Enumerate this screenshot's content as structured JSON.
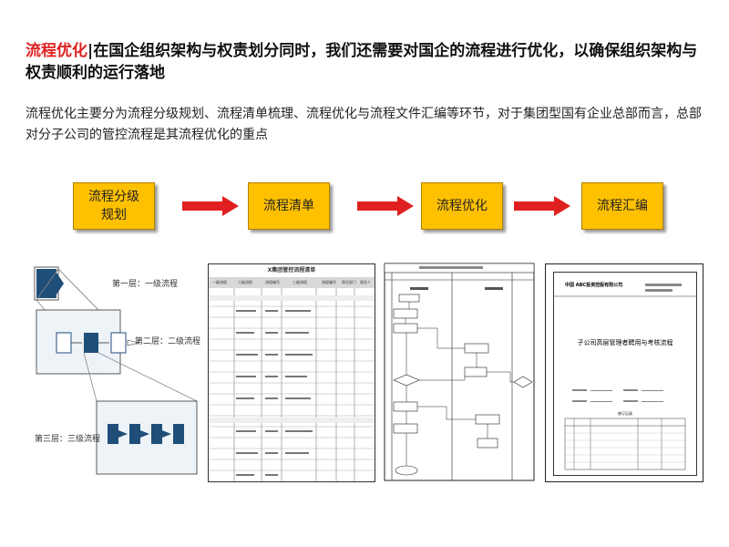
{
  "header": {
    "title_highlight": "流程优化",
    "title_separator": "|",
    "title_rest": "在国企组织架构与权责划分同时，我们还需要对国企的流程进行优化，以确保组织架构与权责顺利的运行落地",
    "subtitle": "流程优化主要分为流程分级规划、流程清单梳理、流程优化与流程文件汇编等环节，对于集团型国有企业总部而言，总部对分子公司的管控流程是其流程优化的重点"
  },
  "steps": [
    {
      "label": "流程分级规划"
    },
    {
      "label": "流程清单"
    },
    {
      "label": "流程优化"
    },
    {
      "label": "流程汇编"
    }
  ],
  "levels_diagram": {
    "level1": "第一层：一级流程",
    "level2": "第二层：二级流程",
    "level3": "第三层：三级流程"
  },
  "list_table": {
    "title": "X集团管控流程清单",
    "columns": [
      "一级流程",
      "二级流程",
      "流程编号",
      "三级流程",
      "流程编号",
      "责任部门",
      "责任人"
    ]
  },
  "flowchart": {
    "caption": "子公司高层管理者聘用与考核流程"
  },
  "document": {
    "company": "中国 ABC投资控股有限公司",
    "title": "子公司高层管理者聘用与考核流程",
    "revision": "修订记录"
  },
  "colors": {
    "accent": "#e02020",
    "step_fill": "#ffc000",
    "diagram_blue": "#1f4e79"
  }
}
